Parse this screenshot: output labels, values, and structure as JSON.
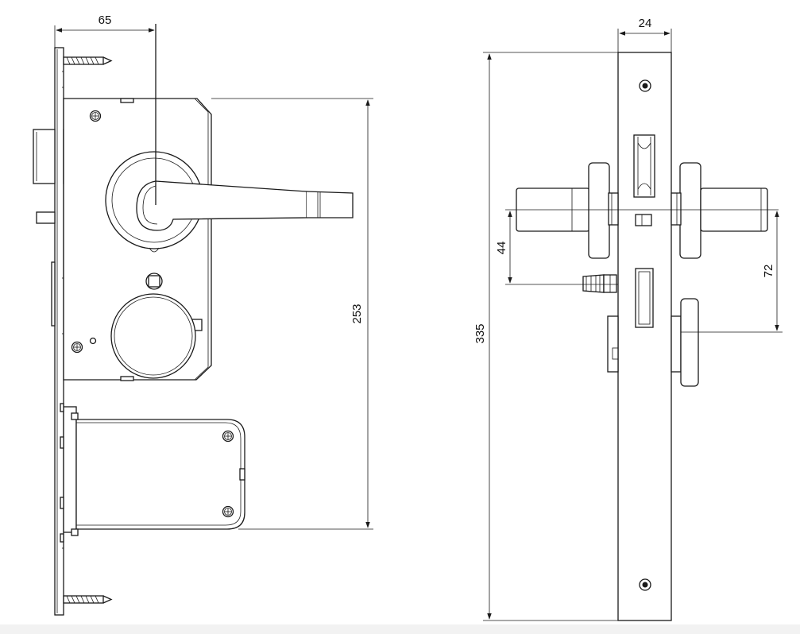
{
  "dimensions": {
    "front_depth": "65",
    "front_height": "253",
    "side_width": "24",
    "side_height": "335",
    "side_handle_to_cylinder": "44",
    "side_handle_to_thumbturn": "72"
  },
  "colors": {
    "line": "#1a1a1a",
    "background": "#ffffff"
  }
}
